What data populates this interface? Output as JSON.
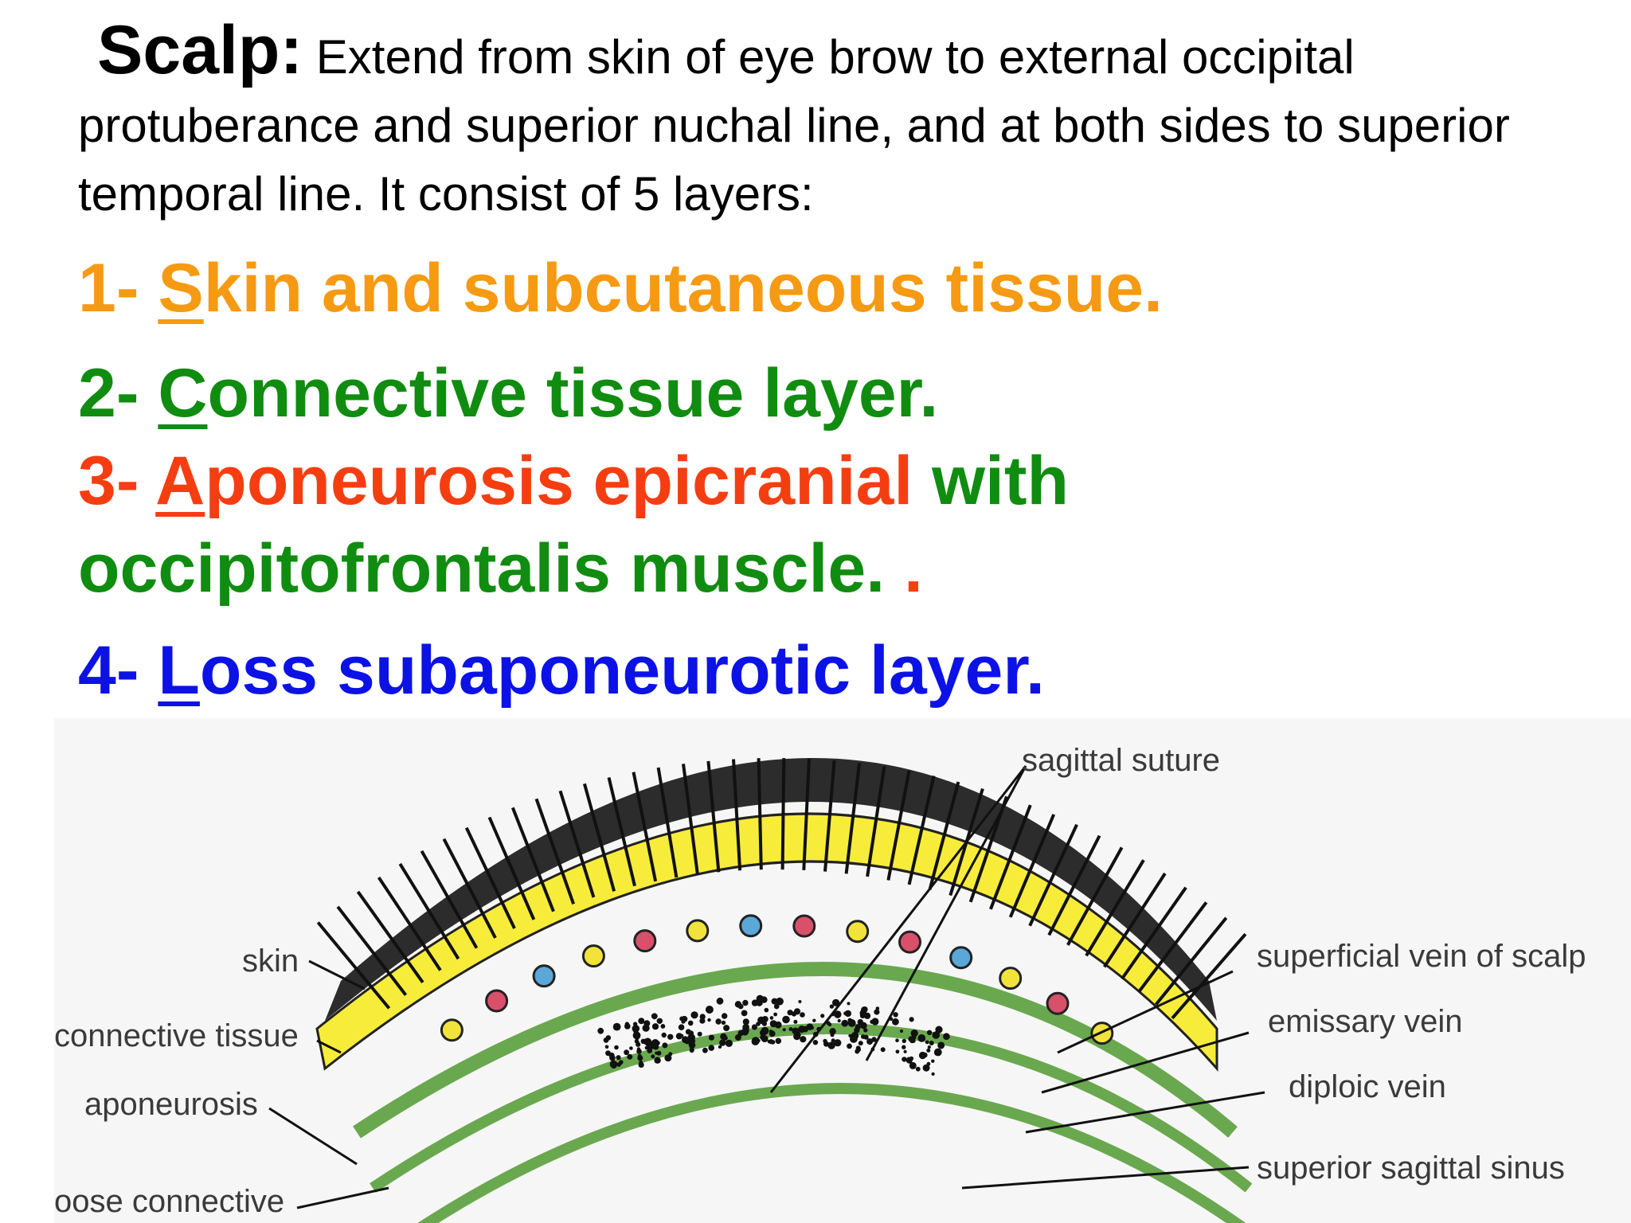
{
  "intro": {
    "lead": "Scalp:",
    "text": " Extend from skin of eye brow to external occipital protuberance and superior nuchal line, and at both sides to superior temporal line. It consist of 5 layers:"
  },
  "layers": [
    {
      "prefix": "1- ",
      "initial": "S",
      "rest": "kin and subcutaneous tissue."
    },
    {
      "prefix": "2- ",
      "initial": "C",
      "rest": "onnective tissue layer."
    },
    {
      "prefix": "3- ",
      "initial": "A",
      "rest": "poneurosis epicranial",
      "tail": " with",
      "line2": "occipitofrontalis muscle. ",
      "dot": "."
    },
    {
      "prefix": "4- ",
      "initial": "L",
      "rest": "oss subaponeurotic layer."
    }
  ],
  "figure": {
    "labels": {
      "sagittal_suture": "sagittal suture",
      "skin": "skin",
      "connective_tissue": "connective tissue",
      "aponeurosis": "aponeurosis",
      "loose_connective": "oose connective",
      "superficial_vein": "superficial vein of scalp",
      "emissary_vein": "emissary vein",
      "diploic_vein": "diploic vein",
      "superior_sagittal_sinus": "superior sagittal sinus"
    }
  },
  "colors": {
    "orange": "#f59a12",
    "green": "#108c10",
    "red": "#f43e12",
    "blue": "#0c12e6"
  }
}
